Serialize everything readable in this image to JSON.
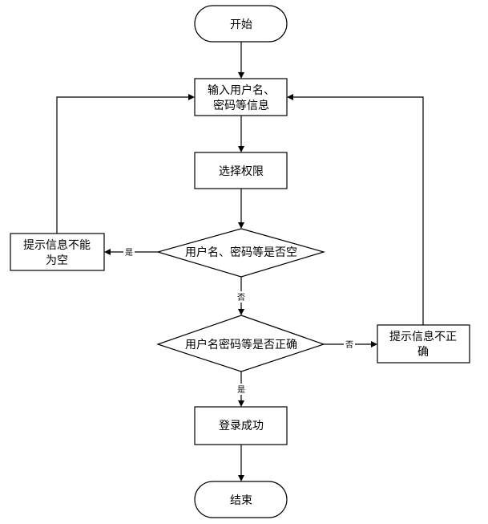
{
  "nodes": {
    "start": {
      "line1": "开始"
    },
    "input": {
      "line1": "输入用户名、",
      "line2": "密码等信息"
    },
    "select_permission": {
      "line1": "选择权限"
    },
    "check_empty": {
      "line1": "用户名、密码等是否空"
    },
    "empty_prompt": {
      "line1": "提示信息不能",
      "line2": "为空"
    },
    "check_correct": {
      "line1": "用户名密码等是否正确"
    },
    "incorrect_prompt": {
      "line1": "提示信息不正",
      "line2": "确"
    },
    "login_success": {
      "line1": "登录成功"
    },
    "end": {
      "line1": "结束"
    }
  },
  "edge_labels": {
    "empty_yes": "是",
    "empty_no": "否",
    "correct_yes": "是",
    "correct_no": "否"
  },
  "colors": {
    "stroke": "#000000",
    "fill": "#ffffff"
  }
}
